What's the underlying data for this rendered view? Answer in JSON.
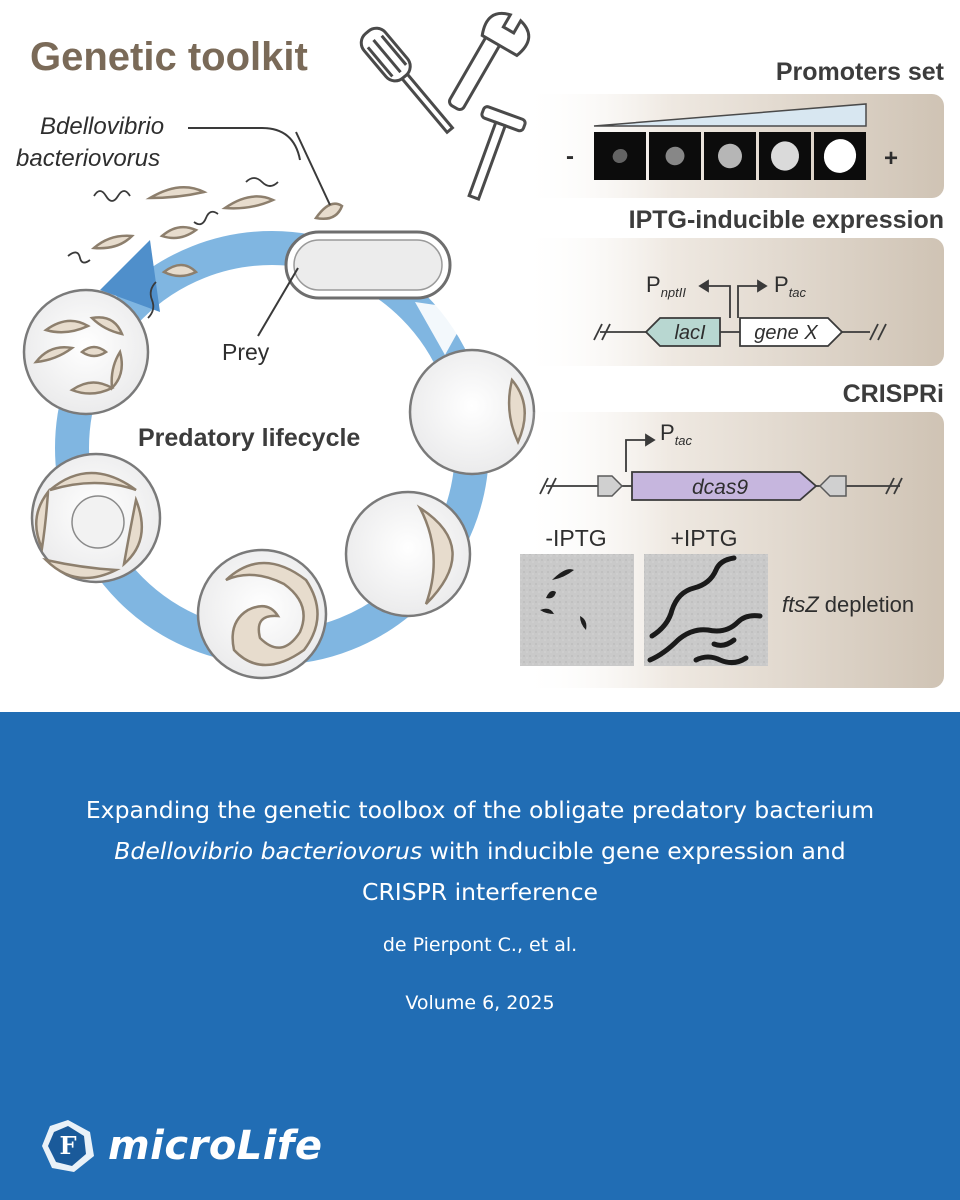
{
  "figure": {
    "heading": "Genetic toolkit",
    "organism_line1": "Bdellovibrio",
    "organism_line2": "bacteriovorus",
    "prey_label": "Prey",
    "lifecycle_label": "Predatory lifecycle",
    "promoters": {
      "title": "Promoters set",
      "minus": "-",
      "plus": "+",
      "relative_intensity": [
        0.15,
        0.35,
        0.6,
        0.8,
        1.0
      ]
    },
    "iptg": {
      "title": "IPTG-inducible expression",
      "p_nptII": "P",
      "p_nptII_sub": "nptII",
      "p_tac": "P",
      "p_tac_sub": "tac",
      "lacI": "lacI",
      "gene_x": "gene X"
    },
    "crispri": {
      "title": "CRISPRi",
      "p_tac": "P",
      "p_tac_sub": "tac",
      "dcas9": "dcas9",
      "minus_iptg": "-IPTG",
      "plus_iptg": "+IPTG",
      "ftsz": "ftsZ",
      "depletion": " depletion"
    },
    "colors": {
      "panel_bg": "#e4dbd0",
      "arrow_blue": "#6aa9dc",
      "lacI_fill": "#b8d7d1",
      "dcas9_fill": "#c6b6de",
      "bacterium_fill": "#e7dccd",
      "heading_brown": "#7a6a58"
    }
  },
  "caption": {
    "title_part1": "Expanding the genetic toolbox of the obligate predatory bacterium ",
    "title_italic": "Bdellovibrio bacteriovorus",
    "title_part2": " with inducible gene expression and CRISPR interference",
    "authors": "de Pierpont C., et al.",
    "volume": "Volume 6, 2025",
    "journal": "microLife",
    "logo_letter": "F",
    "background_color": "#216db4"
  }
}
